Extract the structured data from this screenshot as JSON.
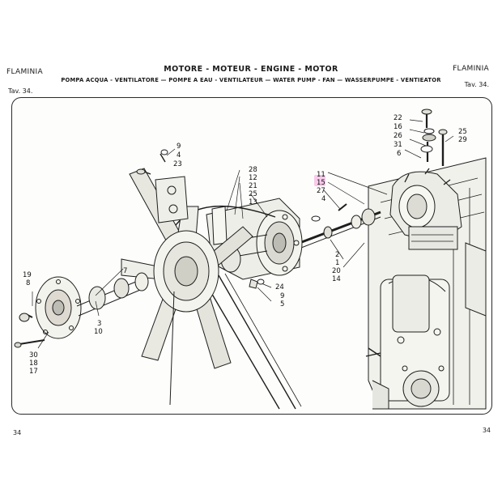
{
  "header": {
    "left_title": "FLAMINIA",
    "right_title": "FLAMINIA",
    "main_title": "MOTORE - MOTEUR - ENGINE - MOTOR",
    "subtitle": "POMPA ACQUA - VENTILATORE — POMPE A EAU - VENTILATEUR — WATER PUMP - FAN — WASSERPUMPE - VENTIEATOR",
    "tav_left": "Tav. 34.",
    "tav_right": "Tav. 34."
  },
  "footer": {
    "page_left": "34",
    "page_right": "34"
  },
  "colors": {
    "ink": "#1e1e1e",
    "paper": "#fdfdfb",
    "highlight": "#f6b8e6"
  },
  "callouts": {
    "c9a": "9",
    "c4a": "4",
    "c23": "23",
    "c28": "28",
    "c12a": "12",
    "c21a": "21",
    "c25a": "25",
    "c13": "13",
    "c11": "11",
    "c15": "15",
    "c27": "27",
    "c4b": "4",
    "c22": "22",
    "c16": "16",
    "c26": "26",
    "c31": "31",
    "c6": "6",
    "c25b": "25",
    "c29": "29",
    "c2": "2",
    "c1": "1",
    "c20": "20",
    "c14": "14",
    "c19": "19",
    "c8": "8",
    "c7": "7",
    "c3": "3",
    "c10": "10",
    "c18": "18",
    "c30": "30",
    "c17": "17",
    "c24": "24",
    "c9b": "9",
    "c5": "5"
  }
}
